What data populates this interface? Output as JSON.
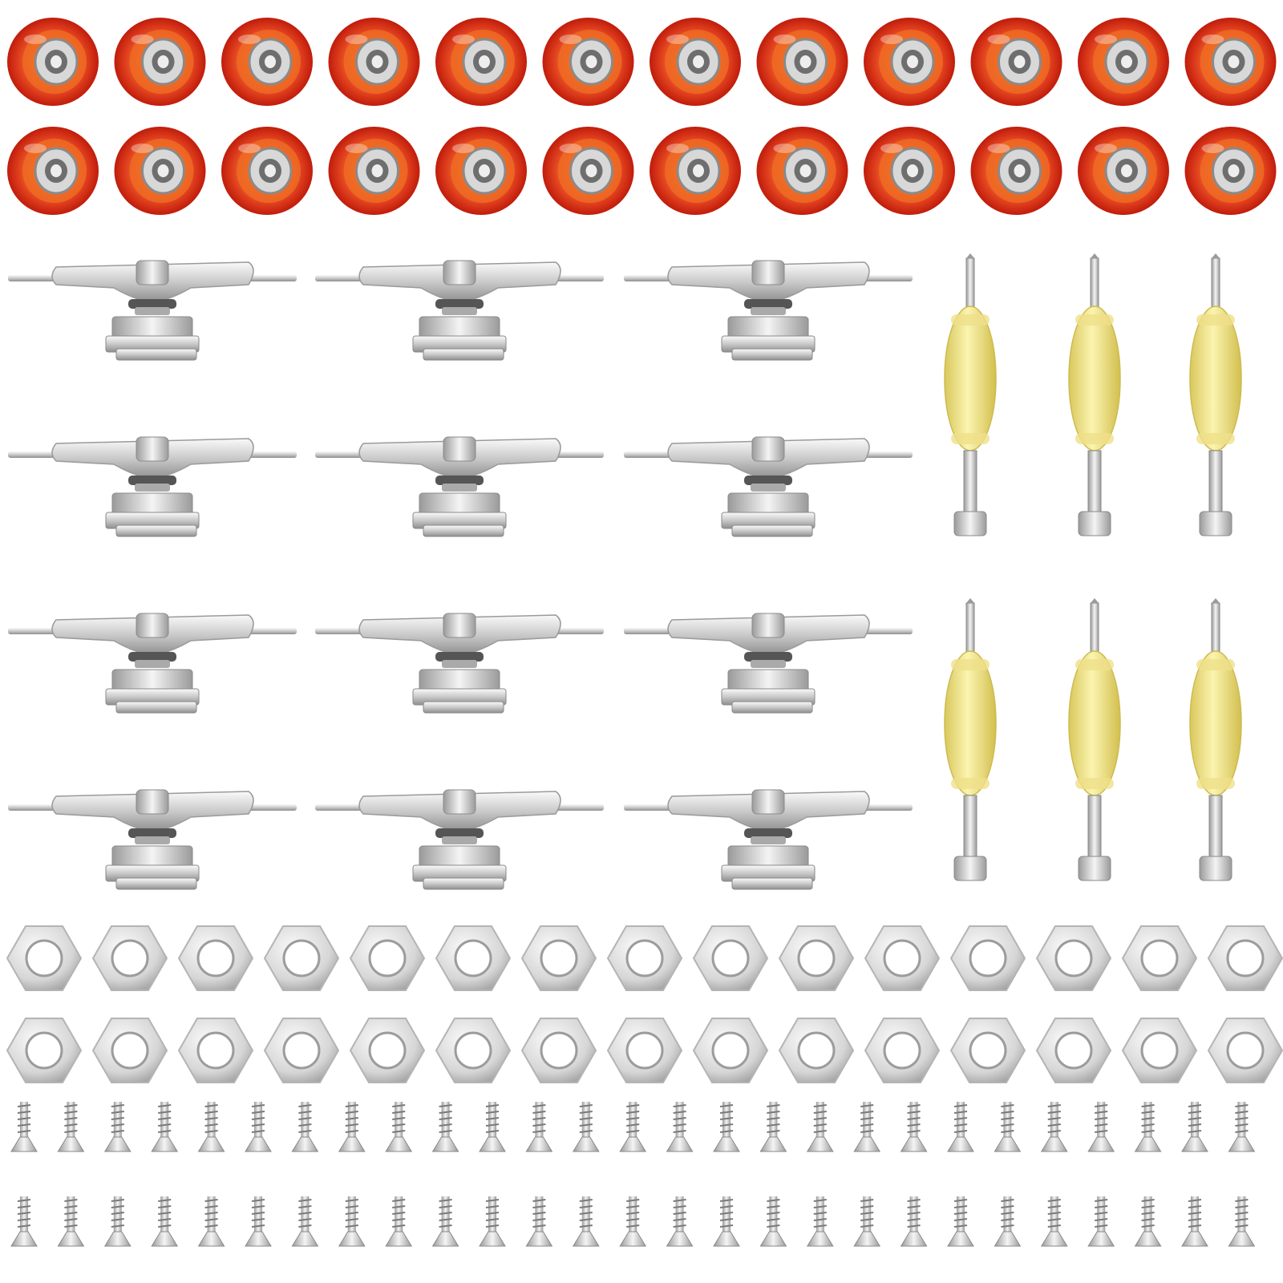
{
  "product": {
    "description_hidden": "",
    "colors": {
      "wheel_outer": "#d42410",
      "wheel_inner": "#f07a2a",
      "wheel_highlight": "#f6a066",
      "bearing": "#c9c9c9",
      "metal_light": "#f2f2f2",
      "metal_mid": "#c4c4c4",
      "metal_dark": "#8a8a8a",
      "tool_yellow": "#f5ea8a",
      "tool_yellow_dark": "#d9c85c",
      "background": "#ffffff"
    },
    "groups": {
      "wheels": {
        "rows": 2,
        "per_row": 12,
        "icon": "wheel-icon"
      },
      "trucks": {
        "rows": 4,
        "per_row": 3,
        "icon": "truck-icon"
      },
      "tools": {
        "rows": 2,
        "per_row": 3,
        "icon": "skate-tool-icon"
      },
      "nuts": {
        "rows": 2,
        "per_row": 15,
        "icon": "hex-nut-icon"
      },
      "screws": {
        "rows": 2,
        "per_row": 27,
        "icon": "screw-icon"
      }
    }
  }
}
